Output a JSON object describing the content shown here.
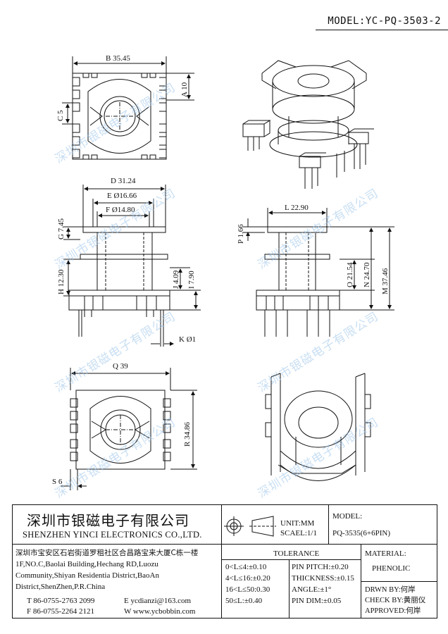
{
  "model_header": "MODEL:YC-PQ-3503-2",
  "watermark": "深圳市银磁电子有限公司",
  "dimensions": {
    "B": "B 35.45",
    "A": "A 10",
    "C": "C 5",
    "D": "D 31.24",
    "E": "E Ø16.66",
    "F": "F Ø14.80",
    "G": "G 7.45",
    "H": "H 12.30",
    "J": "J 4.09",
    "I": "I 7.90",
    "K": "K Ø1",
    "L": "L 22.90",
    "P": "P 1.66",
    "O": "O 21.54",
    "N": "N 24.70",
    "M": "M 37.46",
    "Q": "Q 39",
    "R": "R 34.86",
    "S": "S 6"
  },
  "title_block": {
    "company_cn": "深圳市银磁电子有限公司",
    "company_en": "SHENZHEN YINCI ELECTRONICS CO.,LTD.",
    "address": [
      "深圳市宝安区石岩街道罗租社区合昌路宝来大厦C栋一楼",
      "1F,NO.C,Baolai Building,Hechang RD,Luozu",
      "Community,Shiyan Residentia District,BaoAn",
      "District,ShenZhen,P.R.China"
    ],
    "tel": "T 86-0755-2763 2099",
    "fax": "F 86-0755-2264 2121",
    "email": "E ycdianzi@163.com",
    "web": "W www.ycbobbin.com",
    "unit": "UNIT:MM",
    "scale": "SCAEL:1/1",
    "model_label": "MODEL:",
    "model_value": "PQ-3535(6+6PIN)",
    "tolerance_title": "TOLERANCE",
    "tolerance_left": [
      "0<L≤4:±0.10",
      "4<L≤16:±0.20",
      "16<L≤50:0.30",
      "50≤L:±0.40"
    ],
    "tolerance_right": [
      "PIN PITCH:±0.20",
      "THICKNESS:±0.15",
      "ANGLE:±1°",
      "PIN DIM:±0.05"
    ],
    "material_label": "MATERIAL:",
    "material_value": "PHENOLIC",
    "drawn_by": "DRWN BY:何岸",
    "check_by": "CHECK BY:黄丽仪",
    "approved": "APPROVED:何岸"
  }
}
